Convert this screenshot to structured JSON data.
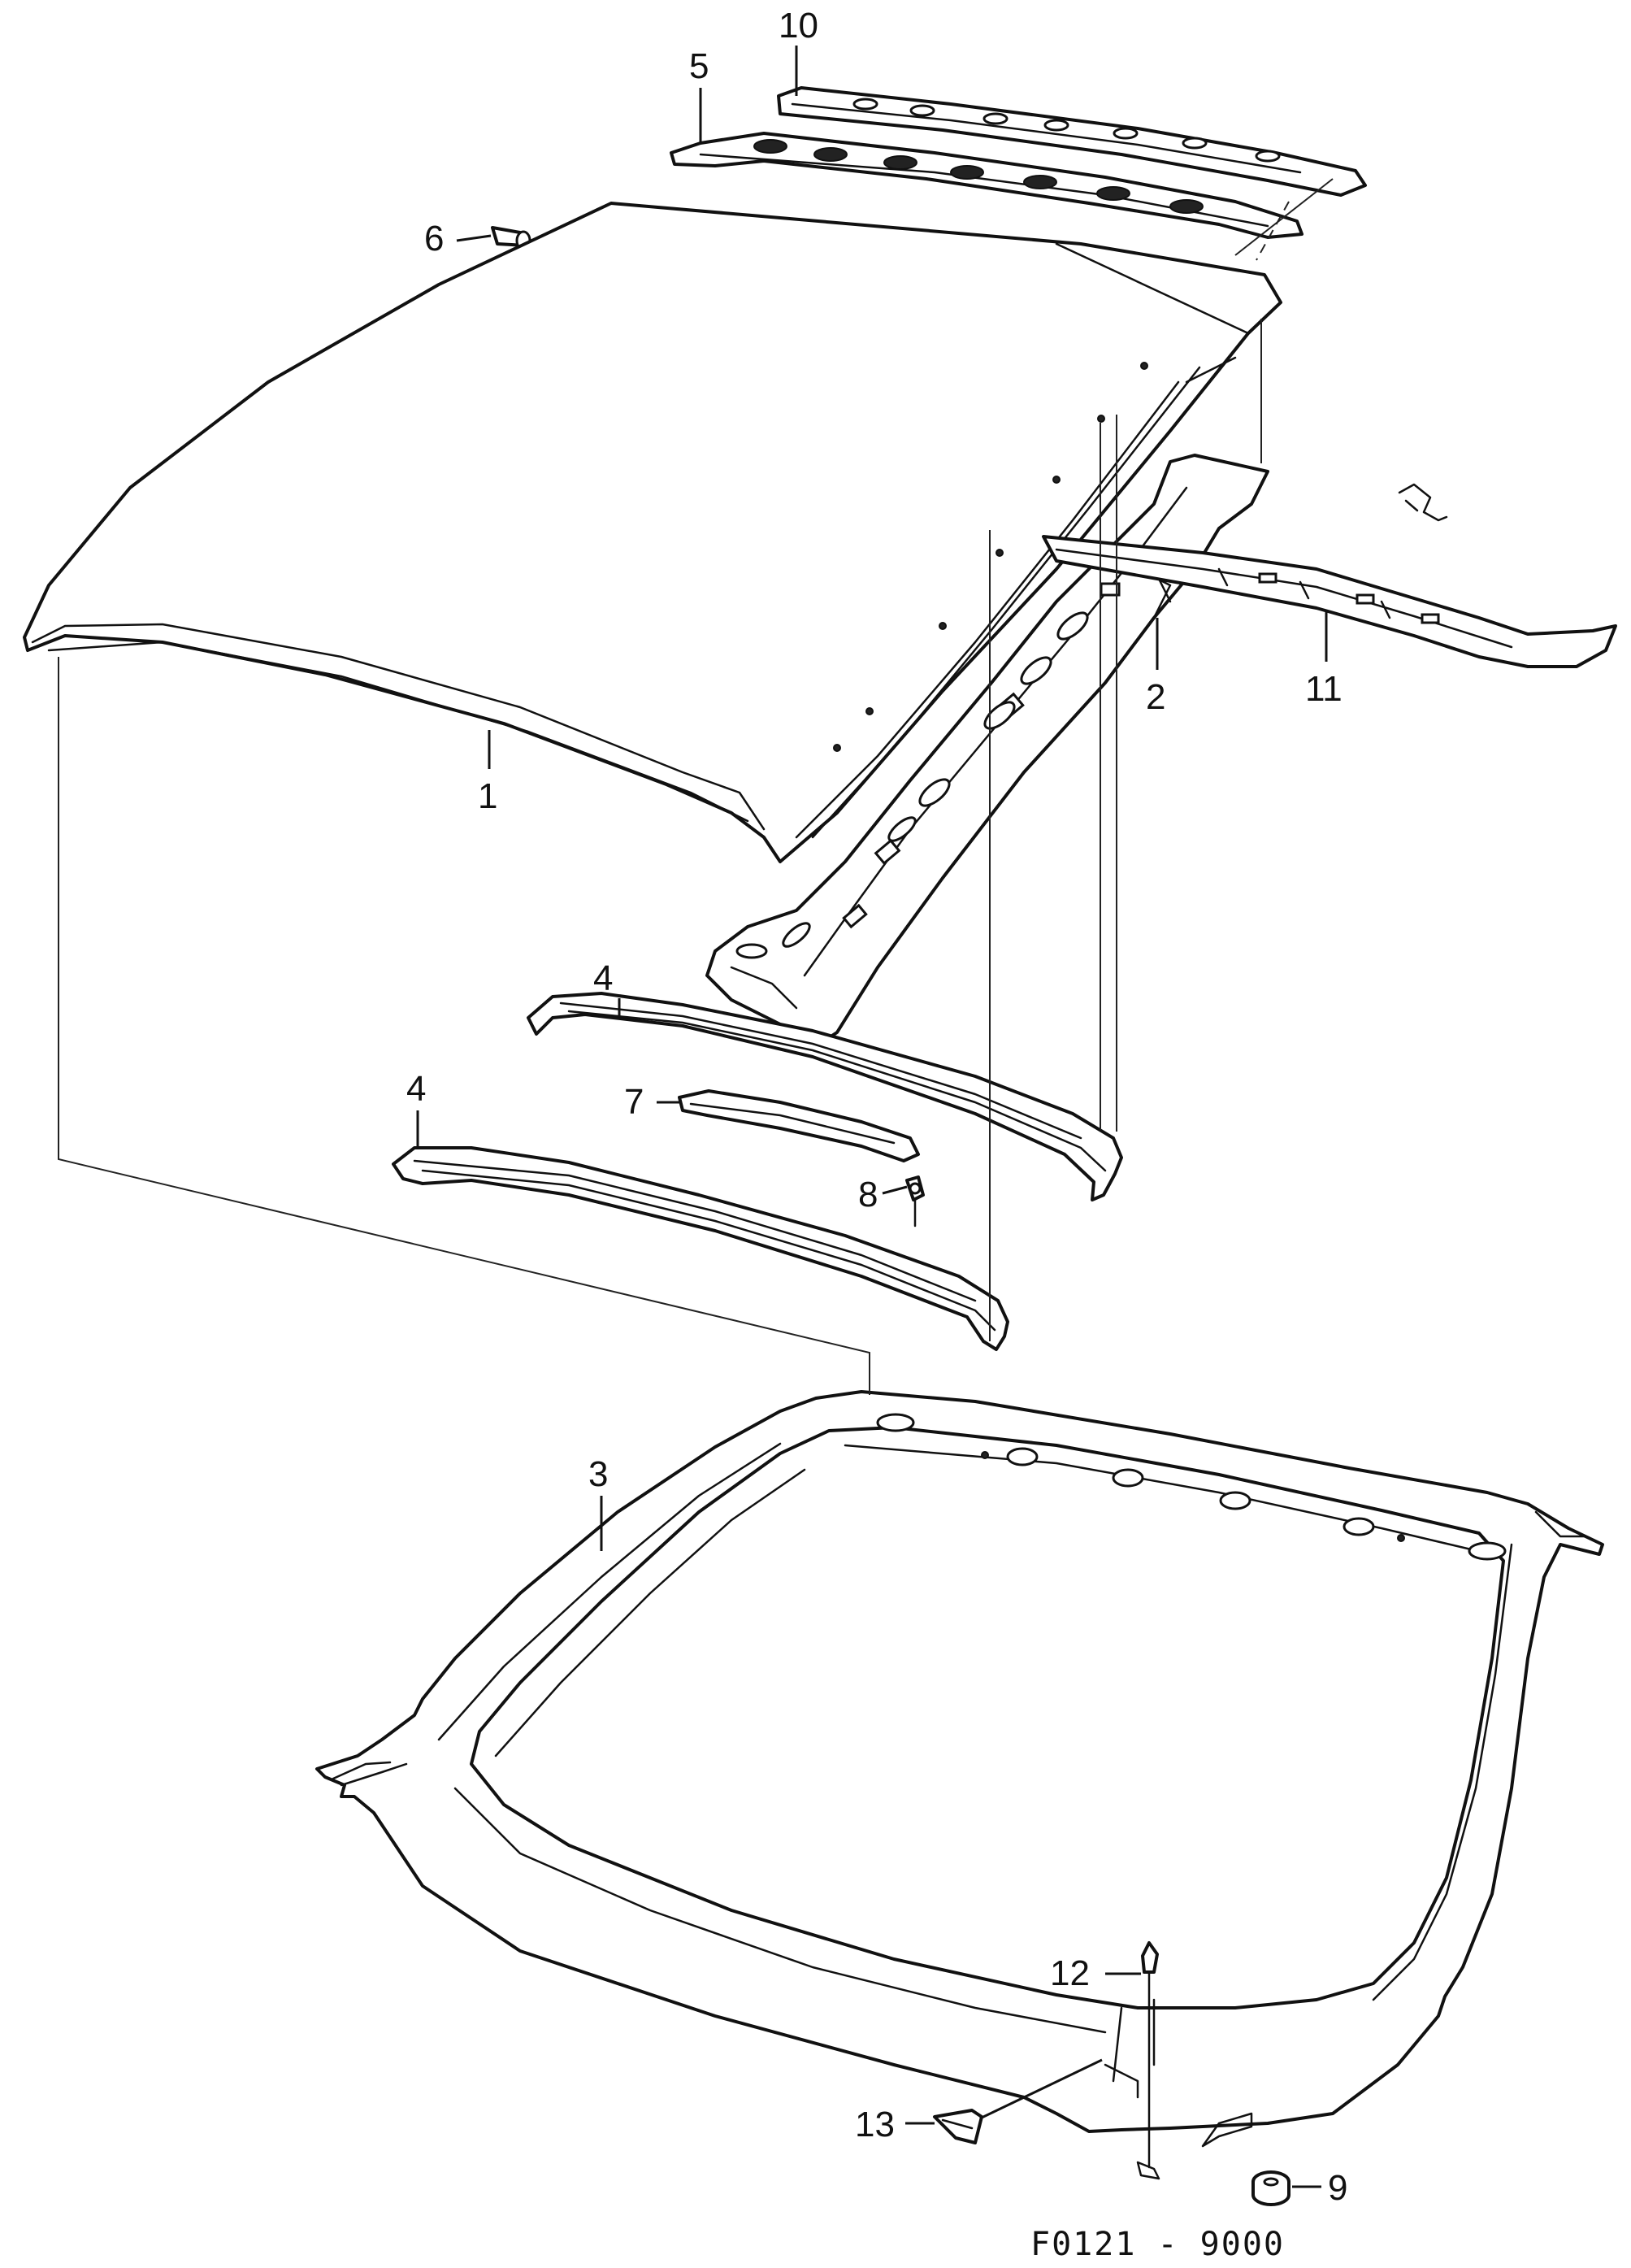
{
  "callouts": {
    "c1": "1",
    "c2": "2",
    "c3": "3",
    "c4a": "4",
    "c4b": "4",
    "c5": "5",
    "c6": "6",
    "c7": "7",
    "c8": "8",
    "c9": "9",
    "c10": "10",
    "c11": "11",
    "c12": "12",
    "c13": "13"
  },
  "caption": "F0121 - 9000"
}
